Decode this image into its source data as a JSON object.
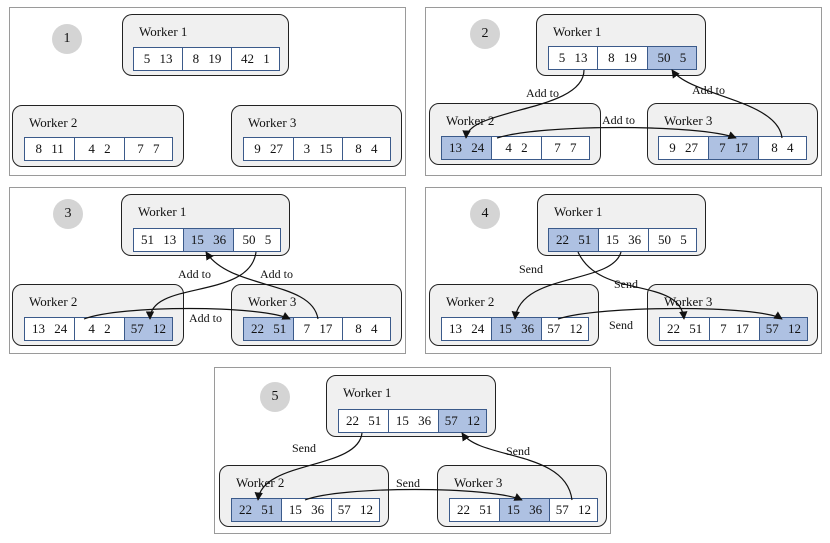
{
  "panels": [
    {
      "step": "1",
      "workers": [
        {
          "title": "Worker 1",
          "cells": [
            {
              "text": "5  13",
              "hl": false
            },
            {
              "text": "8  19",
              "hl": false
            },
            {
              "text": "42  1",
              "hl": false
            }
          ]
        },
        {
          "title": "Worker 2",
          "cells": [
            {
              "text": "8  11",
              "hl": false
            },
            {
              "text": "4  2",
              "hl": false
            },
            {
              "text": "7  7",
              "hl": false
            }
          ]
        },
        {
          "title": "Worker 3",
          "cells": [
            {
              "text": "9  27",
              "hl": false
            },
            {
              "text": "3  15",
              "hl": false
            },
            {
              "text": "8  4",
              "hl": false
            }
          ]
        }
      ],
      "labels": []
    },
    {
      "step": "2",
      "workers": [
        {
          "title": "Worker 1",
          "cells": [
            {
              "text": "5  13",
              "hl": false
            },
            {
              "text": "8  19",
              "hl": false
            },
            {
              "text": "50  5",
              "hl": true
            }
          ]
        },
        {
          "title": "Worker 2",
          "cells": [
            {
              "text": "13  24",
              "hl": true
            },
            {
              "text": "4  2",
              "hl": false
            },
            {
              "text": "7  7",
              "hl": false
            }
          ]
        },
        {
          "title": "Worker 3",
          "cells": [
            {
              "text": "9  27",
              "hl": false
            },
            {
              "text": "7  17",
              "hl": true
            },
            {
              "text": "8  4",
              "hl": false
            }
          ]
        }
      ],
      "labels": [
        "Add to",
        "Add to",
        "Add to"
      ]
    },
    {
      "step": "3",
      "workers": [
        {
          "title": "Worker 1",
          "cells": [
            {
              "text": "51  13",
              "hl": false
            },
            {
              "text": "15  36",
              "hl": true
            },
            {
              "text": "50  5",
              "hl": false
            }
          ]
        },
        {
          "title": "Worker 2",
          "cells": [
            {
              "text": "13  24",
              "hl": false
            },
            {
              "text": "4  2",
              "hl": false
            },
            {
              "text": "57  12",
              "hl": true
            }
          ]
        },
        {
          "title": "Worker 3",
          "cells": [
            {
              "text": "22  51",
              "hl": true
            },
            {
              "text": "7  17",
              "hl": false
            },
            {
              "text": "8  4",
              "hl": false
            }
          ]
        }
      ],
      "labels": [
        "Add to",
        "Add to",
        "Add to"
      ]
    },
    {
      "step": "4",
      "workers": [
        {
          "title": "Worker 1",
          "cells": [
            {
              "text": "22  51",
              "hl": true
            },
            {
              "text": "15  36",
              "hl": false
            },
            {
              "text": "50  5",
              "hl": false
            }
          ]
        },
        {
          "title": "Worker 2",
          "cells": [
            {
              "text": "13  24",
              "hl": false
            },
            {
              "text": "15  36",
              "hl": true
            },
            {
              "text": "57  12",
              "hl": false
            }
          ]
        },
        {
          "title": "Worker 3",
          "cells": [
            {
              "text": "22  51",
              "hl": false
            },
            {
              "text": "7  17",
              "hl": false
            },
            {
              "text": "57  12",
              "hl": true
            }
          ]
        }
      ],
      "labels": [
        "Send",
        "Send",
        "Send"
      ]
    },
    {
      "step": "5",
      "workers": [
        {
          "title": "Worker 1",
          "cells": [
            {
              "text": "22  51",
              "hl": false
            },
            {
              "text": "15  36",
              "hl": false
            },
            {
              "text": "57  12",
              "hl": true
            }
          ]
        },
        {
          "title": "Worker 2",
          "cells": [
            {
              "text": "22  51",
              "hl": true
            },
            {
              "text": "15  36",
              "hl": false
            },
            {
              "text": "57  12",
              "hl": false
            }
          ]
        },
        {
          "title": "Worker 3",
          "cells": [
            {
              "text": "22  51",
              "hl": false
            },
            {
              "text": "15  36",
              "hl": true
            },
            {
              "text": "57  12",
              "hl": false
            }
          ]
        }
      ],
      "labels": [
        "Send",
        "Send",
        "Send"
      ]
    }
  ],
  "colors": {
    "highlight": "#aec1e2",
    "border": "#3b5a8a",
    "worker_bg": "#f0f0f0",
    "badge": "#d4d4d4"
  }
}
